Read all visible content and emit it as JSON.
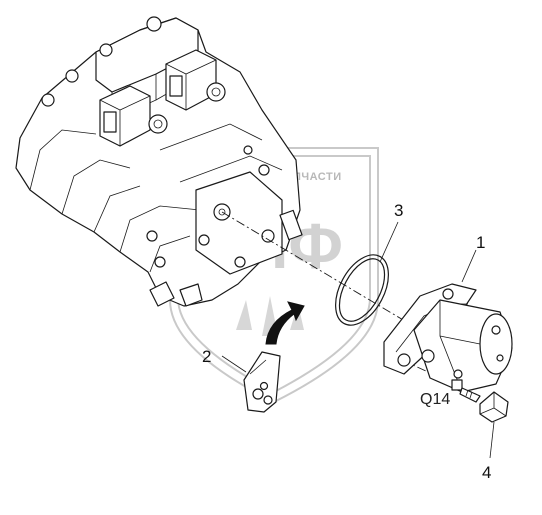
{
  "callouts": {
    "c1": "1",
    "c2": "2",
    "c3": "3",
    "c4": "4"
  },
  "part_mark": "Q14",
  "watermark": {
    "logo": "ЗЛФ",
    "text": "ТЕХНИКА И ЗАПЧАСТИ"
  },
  "colors": {
    "line": "#1a1a1a",
    "watermark": "#cccccc",
    "background": "#ffffff"
  }
}
